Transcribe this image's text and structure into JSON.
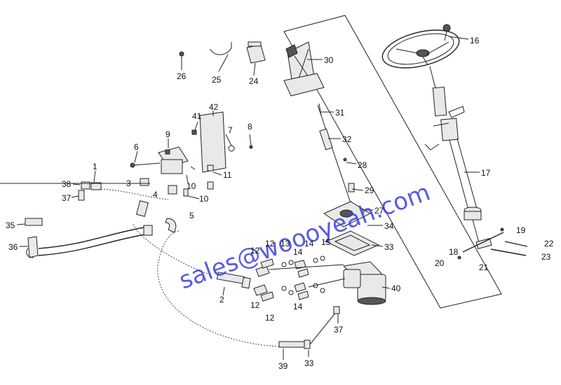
{
  "watermark": "sales@woooyeah.com",
  "callouts": [
    {
      "id": "c1",
      "text": "1"
    },
    {
      "id": "c2",
      "text": "2"
    },
    {
      "id": "c3",
      "text": "3"
    },
    {
      "id": "c4",
      "text": "4"
    },
    {
      "id": "c5",
      "text": "5"
    },
    {
      "id": "c6",
      "text": "6"
    },
    {
      "id": "c7",
      "text": "7"
    },
    {
      "id": "c8",
      "text": "8"
    },
    {
      "id": "c9",
      "text": "9"
    },
    {
      "id": "c10a",
      "text": "10"
    },
    {
      "id": "c10b",
      "text": "10"
    },
    {
      "id": "c11",
      "text": "11"
    },
    {
      "id": "c12a",
      "text": "12"
    },
    {
      "id": "c12b",
      "text": "12"
    },
    {
      "id": "c12c",
      "text": "12"
    },
    {
      "id": "c12d",
      "text": "12"
    },
    {
      "id": "c13",
      "text": "13"
    },
    {
      "id": "c14a",
      "text": "14"
    },
    {
      "id": "c14b",
      "text": "14"
    },
    {
      "id": "c14c",
      "text": "14"
    },
    {
      "id": "c15",
      "text": "15"
    },
    {
      "id": "c16",
      "text": "16"
    },
    {
      "id": "c17",
      "text": "17"
    },
    {
      "id": "c18",
      "text": "18"
    },
    {
      "id": "c19",
      "text": "19"
    },
    {
      "id": "c20",
      "text": "20"
    },
    {
      "id": "c21",
      "text": "21"
    },
    {
      "id": "c22",
      "text": "22"
    },
    {
      "id": "c23",
      "text": "23"
    },
    {
      "id": "c24",
      "text": "24"
    },
    {
      "id": "c25",
      "text": "25"
    },
    {
      "id": "c26",
      "text": "26"
    },
    {
      "id": "c27",
      "text": "27"
    },
    {
      "id": "c28",
      "text": "28"
    },
    {
      "id": "c29",
      "text": "29"
    },
    {
      "id": "c30",
      "text": "30"
    },
    {
      "id": "c31",
      "text": "31"
    },
    {
      "id": "c32",
      "text": "32"
    },
    {
      "id": "c33a",
      "text": "33"
    },
    {
      "id": "c33b",
      "text": "33"
    },
    {
      "id": "c34",
      "text": "34"
    },
    {
      "id": "c35",
      "text": "35"
    },
    {
      "id": "c36",
      "text": "36"
    },
    {
      "id": "c37a",
      "text": "37"
    },
    {
      "id": "c37b",
      "text": "37"
    },
    {
      "id": "c38",
      "text": "38"
    },
    {
      "id": "c39",
      "text": "39"
    },
    {
      "id": "c40",
      "text": "40"
    },
    {
      "id": "c41",
      "text": "41"
    },
    {
      "id": "c42",
      "text": "42"
    }
  ]
}
